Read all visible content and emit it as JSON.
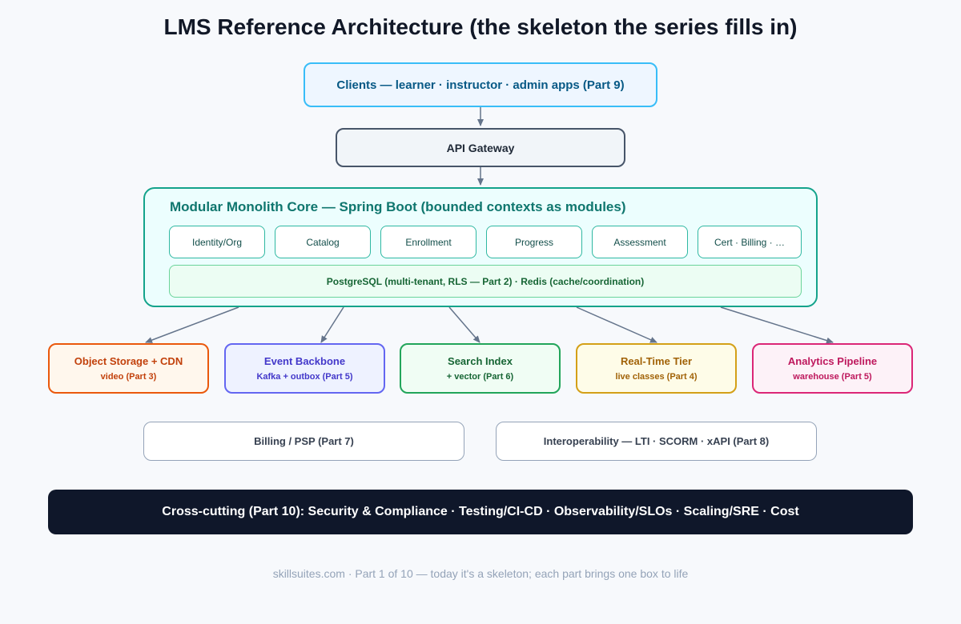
{
  "title": "LMS Reference Architecture (the skeleton the series fills in)",
  "clients": "Clients — learner · instructor · admin apps (Part 9)",
  "gateway": "API Gateway",
  "core": {
    "title": "Modular Monolith Core — Spring Boot (bounded contexts as modules)",
    "modules": [
      "Identity/Org",
      "Catalog",
      "Enrollment",
      "Progress",
      "Assessment",
      "Cert · Billing · …"
    ],
    "datastore": "PostgreSQL (multi-tenant, RLS — Part 2) · Redis (cache/coordination)"
  },
  "services": [
    {
      "title": "Object Storage + CDN",
      "subtitle": "video (Part 3)",
      "color": "#ea580c",
      "bg": "#fff7ed",
      "text": "#c2410c"
    },
    {
      "title": "Event Backbone",
      "subtitle": "Kafka + outbox (Part 5)",
      "color": "#6366f1",
      "bg": "#eef2ff",
      "text": "#4338ca"
    },
    {
      "title": "Search Index",
      "subtitle": "+ vector (Part 6)",
      "color": "#22a55a",
      "bg": "#f0fdf4",
      "text": "#166534"
    },
    {
      "title": "Real-Time Tier",
      "subtitle": "live classes (Part 4)",
      "color": "#d4a017",
      "bg": "#fefce8",
      "text": "#a16207"
    },
    {
      "title": "Analytics Pipeline",
      "subtitle": "warehouse (Part 5)",
      "color": "#db2777",
      "bg": "#fdf2f8",
      "text": "#be185d"
    }
  ],
  "billing": "Billing / PSP (Part 7)",
  "interop": "Interoperability — LTI · SCORM · xAPI (Part 8)",
  "crosscutting": "Cross-cutting (Part 10): Security & Compliance · Testing/CI-CD · Observability/SLOs · Scaling/SRE · Cost",
  "footer": "skillsuites.com · Part 1 of 10 — today it's a skeleton; each part brings one box to life",
  "colors": {
    "arrow": "#64748b",
    "core_border": "#14a38b",
    "crosscut_bg": "#0f172a"
  }
}
